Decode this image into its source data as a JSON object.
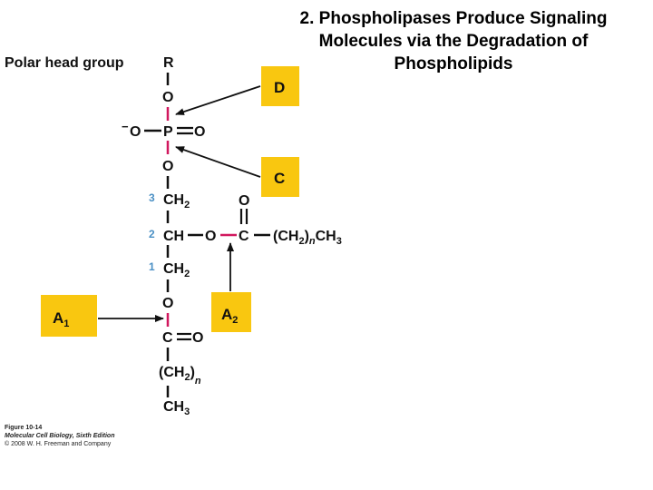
{
  "slide": {
    "title_lines": [
      "2. Phospholipases Produce Signaling",
      "Molecules via the Degradation of",
      "Phospholipids"
    ]
  },
  "diagram": {
    "polar_head_label": "Polar head group",
    "atoms": {
      "R": "R",
      "O": "O",
      "P": "P",
      "O_minus_charge": "−",
      "CH": "CH",
      "CH_sub": "2",
      "C": "C",
      "n": "n",
      "CH3": "CH",
      "CH3_sub": "3",
      "paren_open": "(",
      "paren_close": ")"
    },
    "carbon_numbers": [
      "3",
      "2",
      "1"
    ],
    "enzymes": {
      "D": "D",
      "C": "C",
      "A1": "A",
      "A1_sub": "1",
      "A2": "A",
      "A2_sub": "2"
    },
    "colors": {
      "enzyme_box": "#f9c710",
      "cleavage_bond": "#d1185e",
      "carbon_number": "#4a8fc4"
    }
  },
  "caption": {
    "line1": "Figure 10-14",
    "line2": "Molecular Cell Biology, Sixth Edition",
    "line3": "© 2008 W. H. Freeman and Company"
  }
}
